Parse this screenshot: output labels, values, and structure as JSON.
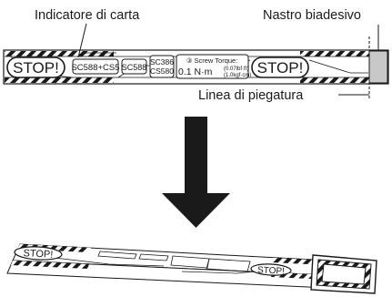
{
  "labels": {
    "paper_indicator": "Indicatore di carta",
    "double_tape": "Nastro biadesivo",
    "fold_line": "Linea di piegatura"
  },
  "strip": {
    "stop_left": "STOP!",
    "stop_right": "STOP!",
    "model_a": "SC588+CS5",
    "model_b": "SC588",
    "model_c1": "SC386",
    "model_c2": "CS580",
    "torque_title": "③ Screw Torque:",
    "torque_value": "0.1 N·m",
    "torque_alt1": "(0.07lbf·ft)",
    "torque_alt2": "(1.0kgf·cm)"
  },
  "folded": {
    "stop_left": "STOP!",
    "stop_right": "STOP!"
  },
  "colors": {
    "ink": "#1a1a1a",
    "tape_fill": "#c8c8c8",
    "paper": "#ffffff"
  },
  "icons": {
    "arrow": "down-arrow-icon"
  }
}
